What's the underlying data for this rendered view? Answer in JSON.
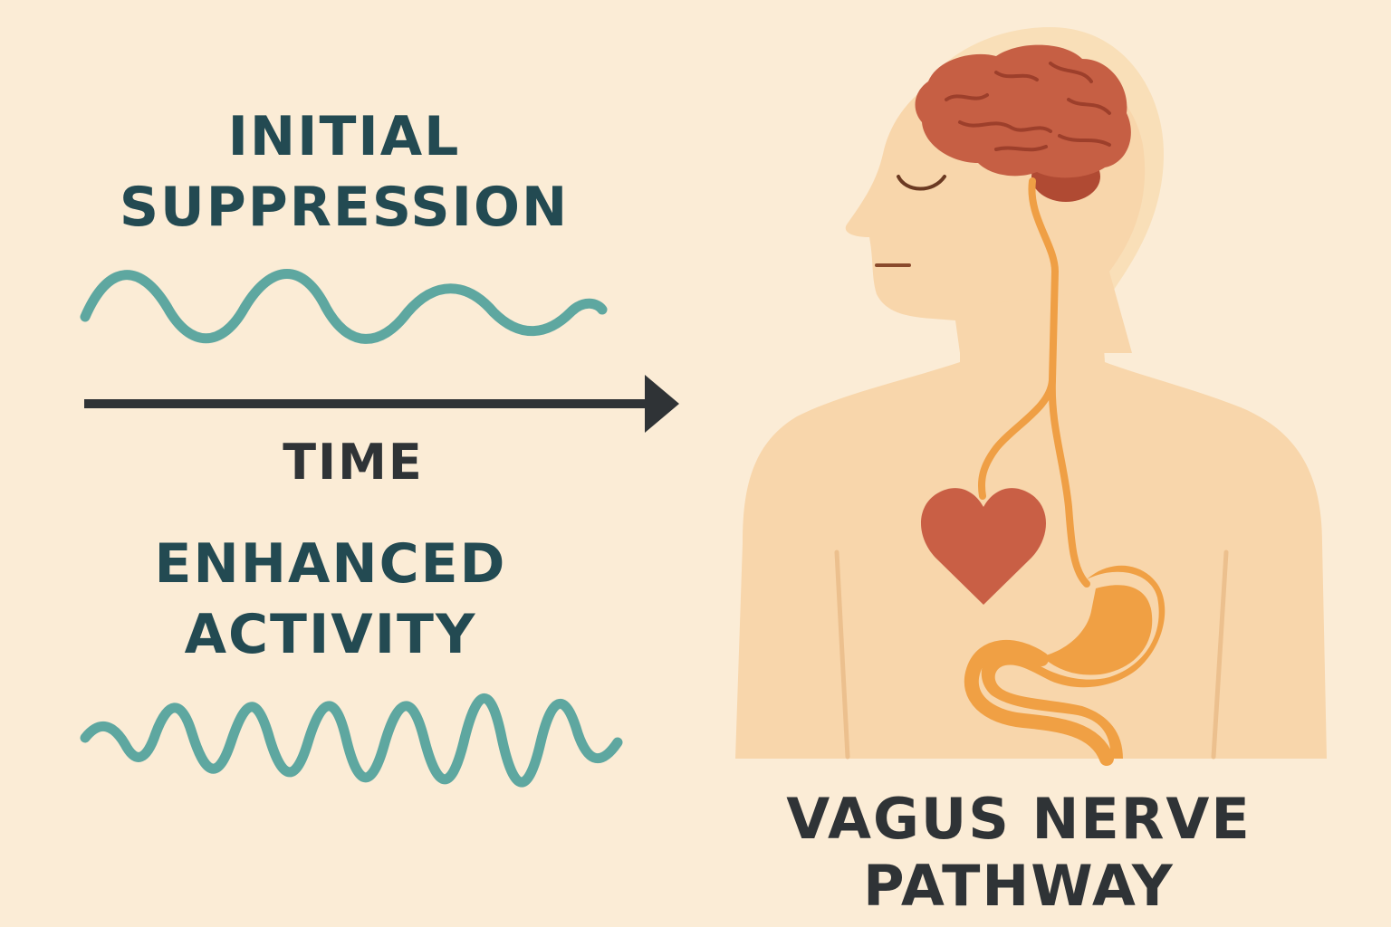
{
  "labels": {
    "suppression_line1": "INITIAL",
    "suppression_line2": "SUPPRESSION",
    "time": "TIME",
    "enhanced_line1": "ENHANCED",
    "enhanced_line2": "ACTIVITY",
    "pathway_line1": "VAGUS NERVE",
    "pathway_line2": "PATHWAY"
  },
  "colors": {
    "background": "#fbecd6",
    "wave": "#5ea7a0",
    "arrow": "#2f3336",
    "skin": "#f8d6ab",
    "brain": "#c65f44",
    "heart": "#c95f45",
    "nerve": "#ef9f45",
    "stomach": "#f0a044",
    "heading_text": "#234a52"
  },
  "icons": {
    "arrow": "time-arrow-icon",
    "brain": "brain-icon",
    "heart": "heart-icon",
    "stomach": "stomach-icon"
  }
}
